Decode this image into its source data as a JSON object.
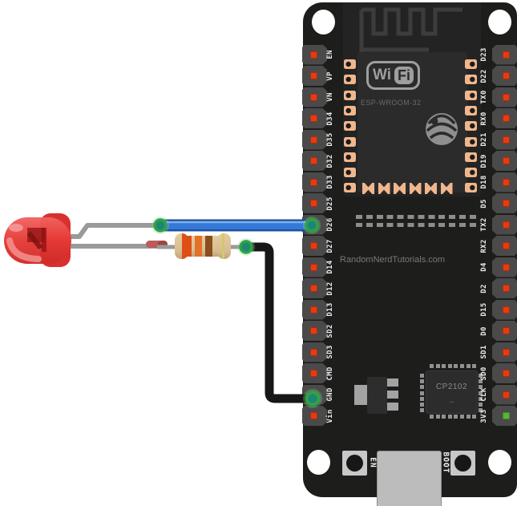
{
  "diagram": {
    "watermark": "RandomNerdTutorials.com",
    "board": {
      "module_label": "ESP-WROOM-32",
      "wifi_logo": {
        "part1": "Wi",
        "part2": "Fi"
      },
      "usb_chip_label": "CP2102",
      "buttons": {
        "en": "EN",
        "boot": "BOOT"
      },
      "pins_left": [
        "EN",
        "VP",
        "VN",
        "D34",
        "D35",
        "D32",
        "D33",
        "D25",
        "D26",
        "D27",
        "D14",
        "D12",
        "D13",
        "SD2",
        "SD3",
        "CMD",
        "GND",
        "Vin"
      ],
      "pins_right": [
        "D23",
        "D22",
        "TX0",
        "RX0",
        "D21",
        "D19",
        "D18",
        "D5",
        "TX2",
        "RX2",
        "D4",
        "D2",
        "D15",
        "D0",
        "SD1",
        "SD0",
        "CLK",
        "3V3"
      ],
      "power_pin_green_marker": "3V3"
    },
    "components": {
      "led": {
        "type": "LED",
        "color": "red",
        "body_hex": "#e53935"
      },
      "resistor": {
        "type": "resistor",
        "band_colors": [
          "orange",
          "orange",
          "brown",
          "gold"
        ],
        "body_hex": "#d7bd92"
      },
      "wires": [
        {
          "id": "signal-wire",
          "color": "blue",
          "hex": "#3579d8",
          "from": "LED anode leg",
          "to": "D26"
        },
        {
          "id": "ground-wire",
          "color": "black",
          "hex": "#171717",
          "from": "resistor lead",
          "to": "GND"
        }
      ],
      "connections": [
        "D26",
        "GND"
      ]
    },
    "colors": {
      "board": "#1d1e1c",
      "pin_marker_red": "#e23c15",
      "pin_marker_green": "#5cb332",
      "copper_pad": "#f0b68c",
      "connector_green_ring": "#2ea344"
    }
  }
}
